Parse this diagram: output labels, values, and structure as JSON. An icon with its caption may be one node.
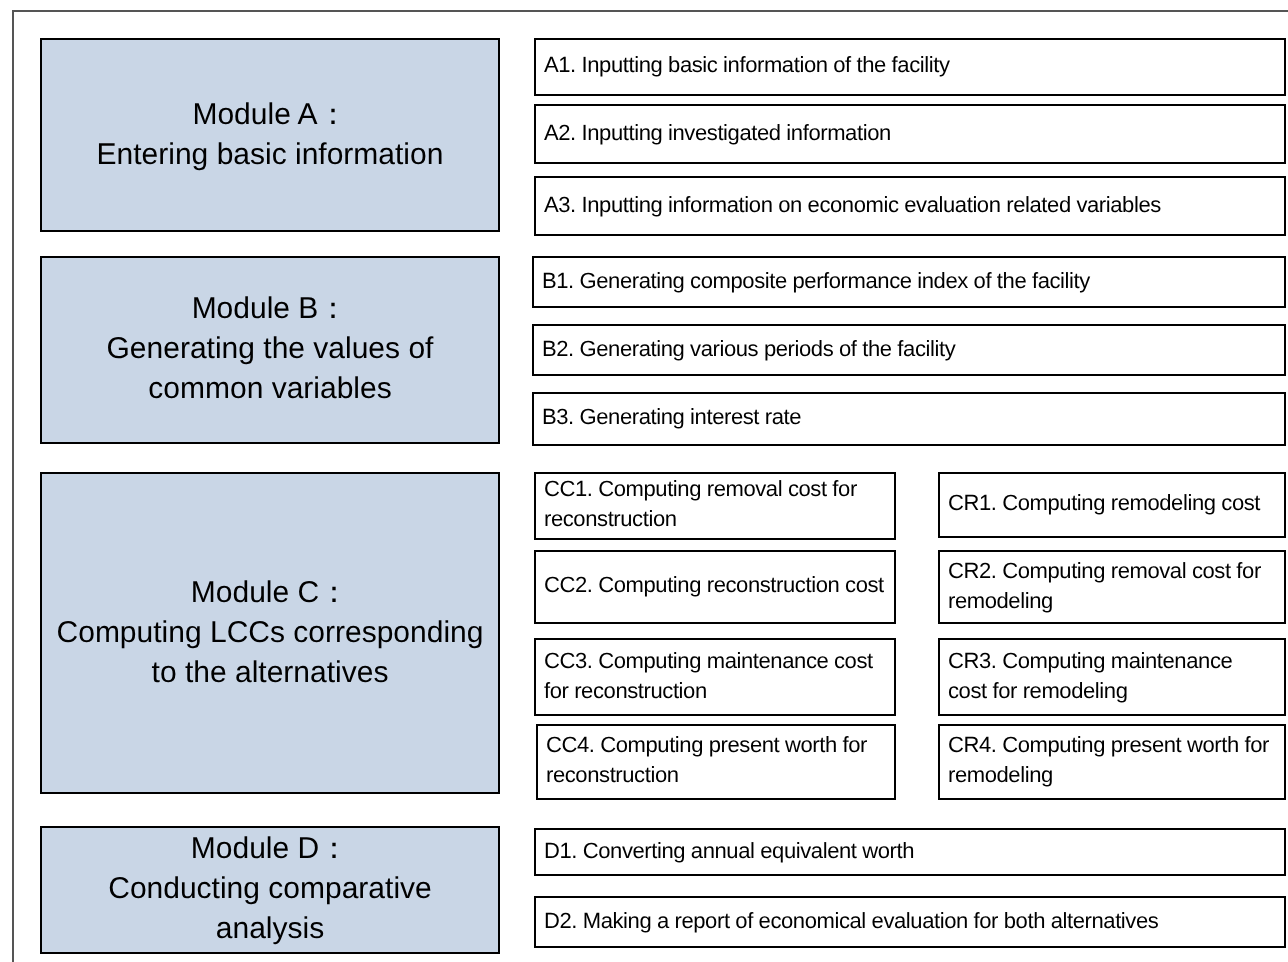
{
  "diagram": {
    "nodes": [
      {
        "text": [],
        "shape": "box"
      },
      {
        "text": [
          "Module A：",
          "Entering basic information"
        ],
        "in": 0
      },
      {
        "text": [
          "A1. Inputting basic information of the facility"
        ],
        "in": 0
      },
      {
        "text": [
          "A2. Inputting investigated information"
        ],
        "in": 0
      },
      {
        "text": [
          "A3. Inputting information on economic evaluation related variables"
        ],
        "in": 0
      },
      {
        "text": [
          "Module B：",
          "Generating the values of common variables"
        ],
        "in": 0
      },
      {
        "text": [
          "B1. Generating composite performance index of the facility"
        ],
        "in": 0
      },
      {
        "text": [
          "B2. Generating various periods of the facility"
        ],
        "in": 0
      },
      {
        "text": [
          "B3. Generating interest rate"
        ],
        "in": 0
      },
      {
        "text": [
          "Module C：",
          "Computing LCCs corresponding to the alternatives"
        ],
        "in": 0
      },
      {
        "text": [
          "CC1. Computing removal cost for reconstruction"
        ],
        "in": 0
      },
      {
        "text": [
          "CR1. Computing remodeling cost"
        ],
        "in": 0
      },
      {
        "text": [
          "CC2. Computing reconstruction cost"
        ],
        "in": 0
      },
      {
        "text": [
          "CR2. Computing removal cost for remodeling"
        ],
        "in": 0
      },
      {
        "text": [
          "CC3. Computing maintenance cost for reconstruction"
        ],
        "in": 0
      },
      {
        "text": [
          "CR3. Computing maintenance cost for remodeling"
        ],
        "in": 0
      },
      {
        "text": [
          "CC4. Computing present worth for reconstruction"
        ],
        "in": 0
      },
      {
        "text": [
          "CR4. Computing present worth for remodeling"
        ],
        "in": 0
      },
      {
        "text": [
          "Module D：",
          "Conducting comparative analysis"
        ],
        "in": 0
      },
      {
        "text": [
          "D1. Converting annual equivalent worth"
        ],
        "in": 0
      },
      {
        "text": [
          "D2. Making a report of economical evaluation for both alternatives"
        ],
        "in": 0
      }
    ]
  }
}
